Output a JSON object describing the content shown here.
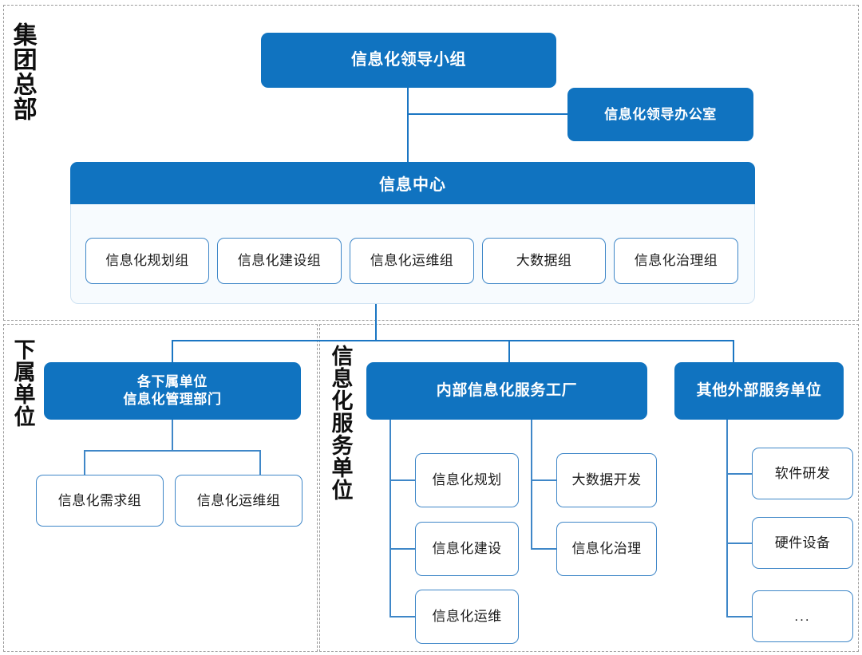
{
  "meta": {
    "title": "集团信息化组织架构图",
    "accent_blue": "#1073c0",
    "outline_blue": "#3f87c8",
    "panel_tint": "#f7fbfe",
    "panel_dash": "#9a9a9a"
  },
  "sections": {
    "headquarters": {
      "label": "集团总部"
    },
    "subordinate": {
      "label": "下属单位"
    },
    "service": {
      "label": "信息化服务单位"
    }
  },
  "headquarters": {
    "leading_group": "信息化领导小组",
    "leading_office": "信息化领导办公室",
    "information_center": "信息中心",
    "center_groups": [
      "信息化规划组",
      "信息化建设组",
      "信息化运维组",
      "大数据组",
      "信息化治理组"
    ]
  },
  "subordinate": {
    "unit_dept_line1": "各下属单位",
    "unit_dept_line2": "信息化管理部门",
    "children": [
      "信息化需求组",
      "信息化运维组"
    ]
  },
  "service": {
    "internal_factory": "内部信息化服务工厂",
    "internal_left": [
      "信息化规划",
      "信息化建设",
      "信息化运维"
    ],
    "internal_right": [
      "大数据开发",
      "信息化治理"
    ],
    "external_unit": "其他外部服务单位",
    "external_children": [
      "软件研发",
      "硬件设备",
      "..."
    ]
  }
}
